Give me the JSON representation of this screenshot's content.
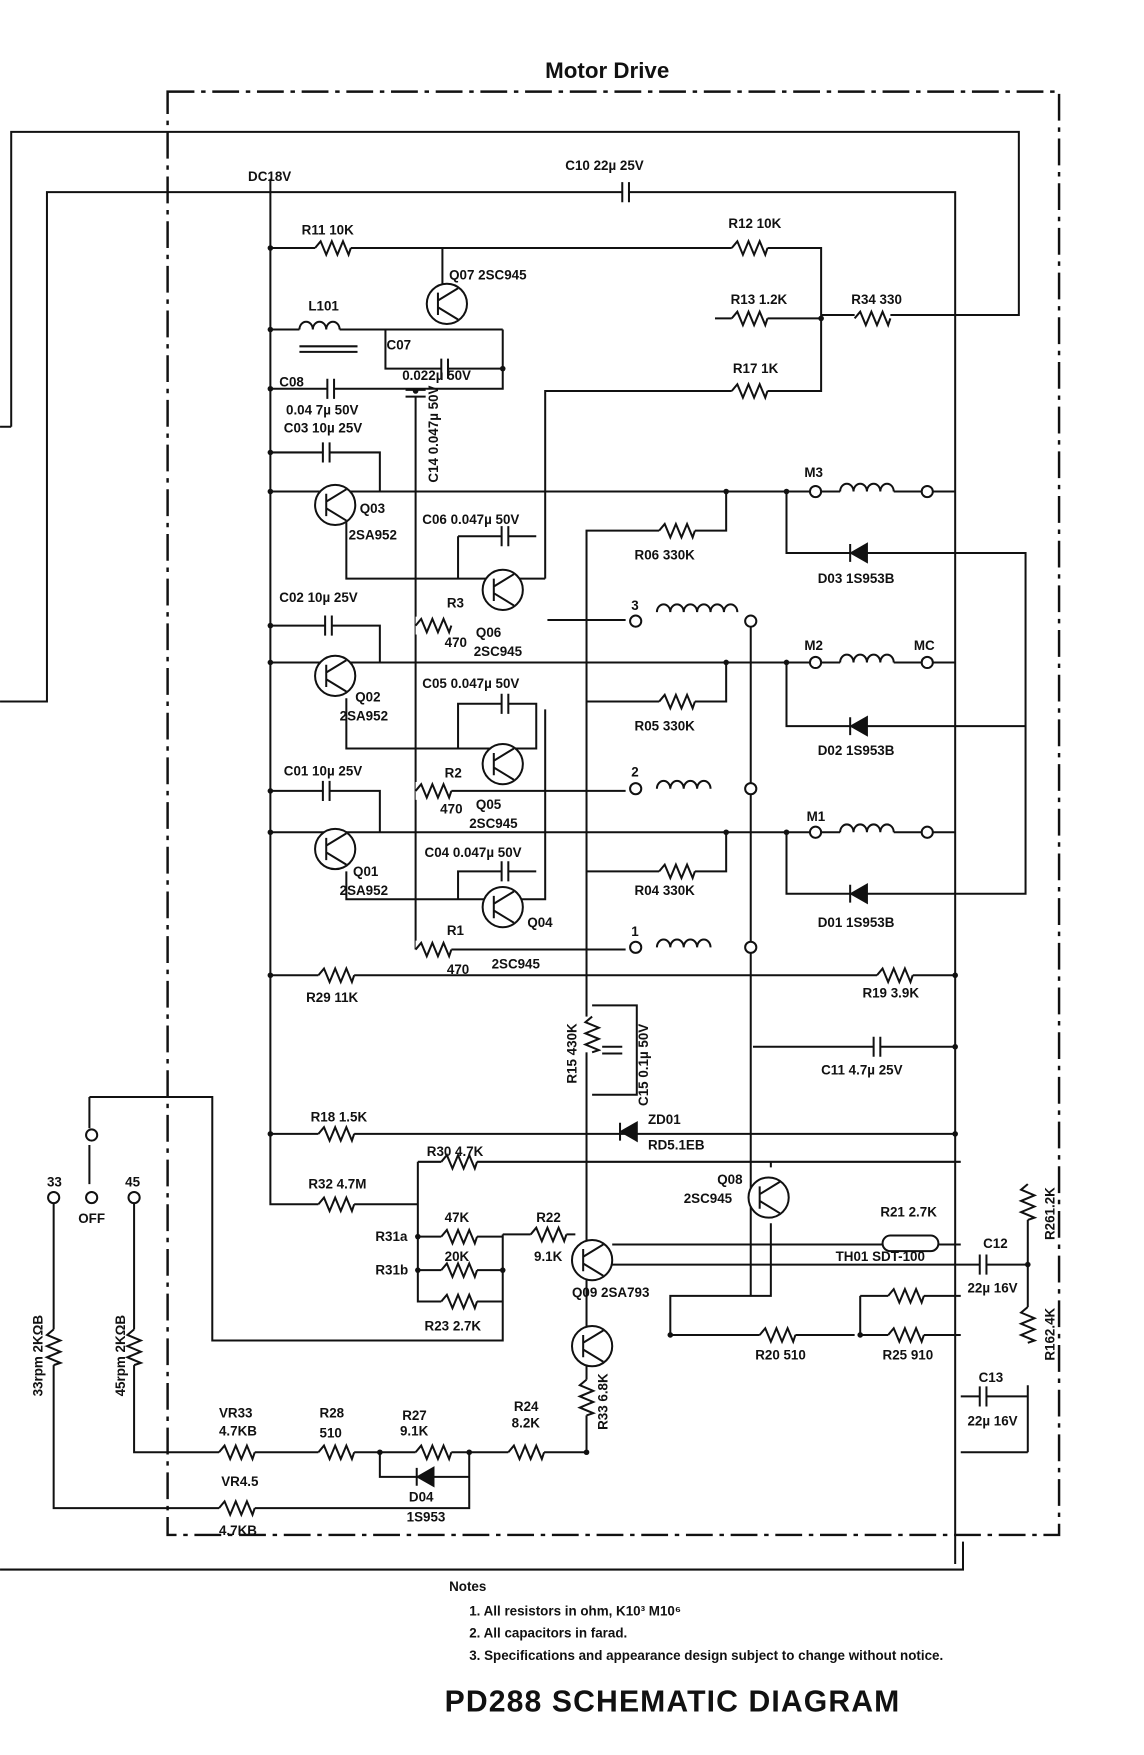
{
  "header": {
    "section_title": "Motor Drive"
  },
  "footer": {
    "notes_title": "Notes",
    "notes": [
      "1. All resistors in ohm, K10³ M10⁶",
      "2. All capacitors in farad.",
      "3. Specifications and appearance design subject to change without notice."
    ],
    "diagram_title": "PD288 SCHEMATIC DIAGRAM"
  },
  "labels": {
    "dc18v": "DC18V",
    "c10": "C10  22µ  25V",
    "r11": "R11  10K",
    "r12": "R12  10K",
    "q07": "Q07 2SC945",
    "l101": "L101",
    "r13": "R13  1.2K",
    "r34": "R34  330",
    "c07": "C07",
    "c07v": "0.022µ  50V",
    "c08": "C08",
    "r17": "R17  1K",
    "c08v": "0.04  7µ  50V",
    "c03": "C03  10µ  25V",
    "c14": "C14  0.047µ 50V",
    "m3": "M3",
    "q03": "Q03",
    "q03t": "2SA952",
    "c06": "C06 0.047µ 50V",
    "r06": "R06  330K",
    "d03": "D03  1S953B",
    "c02": "C02  10µ  25V",
    "r3": "R3",
    "r3v": "470",
    "q06": "Q06",
    "q06t": "2SC945",
    "t3": "3",
    "m2": "M2",
    "mc": "MC",
    "q02": "Q02",
    "q02t": "2SA952",
    "c05": "C05 0.047µ 50V",
    "r05": "R05  330K",
    "d02": "D02  1S953B",
    "c01": "C01  10µ  25V",
    "t2": "2",
    "r2": "R2",
    "r2v": "470",
    "q05": "Q05",
    "q05t": "2SC945",
    "m1": "M1",
    "q01": "Q01",
    "q01t": "2SA952",
    "c04": "C04 0.047µ 50V",
    "r04": "R04  330K",
    "d01": "D01  1S953B",
    "q04": "Q04",
    "r1": "R1",
    "r1v": "470",
    "q04t": "2SC945",
    "t1": "1",
    "r29": "R29  11K",
    "r19": "R19  3.9K",
    "r15": "R15  430K",
    "c15": "C15  0.1µ  50V",
    "c11": "C11  4.7µ   25V",
    "zd01": "ZD01",
    "zd01t": "RD5.1EB",
    "r18": "R18  1.5K",
    "r30": "R30  4.7K",
    "q08": "Q08",
    "q08t": "2SC945",
    "r32": "R32  4.7M",
    "s33": "33",
    "s45": "45",
    "soff": "OFF",
    "r21": "R21  2.7K",
    "th01": "TH01   SDT-100",
    "r26": "R261.2K",
    "c12": "C12",
    "c12v": "22µ 16V",
    "r31a": "R31a",
    "r31av": "47K",
    "r22": "R22",
    "r22v": "9.1K",
    "r31b": "R31b",
    "r31bv": "20K",
    "q09": "Q09  2SA793",
    "r23": "R23  2.7K",
    "r16": "R162.4K",
    "r20": "R20  510",
    "r25": "R25  910",
    "c13": "C13",
    "c13v": "22µ 16V",
    "vr33rpm": "33rpm  2KΩB",
    "vr45rpm": "45rpm  2KΩB",
    "r33": "R33  6.8K",
    "vr33": "VR33",
    "vr33v": "4.7KB",
    "r28": "R28",
    "r28v": "510",
    "r27": "R27",
    "r27v": "9.1K",
    "r24": "R24",
    "r24v": "8.2K",
    "vr45": "VR4.5",
    "vr45v": "4.7KB",
    "d04": "D04",
    "d04t": "1S953"
  }
}
